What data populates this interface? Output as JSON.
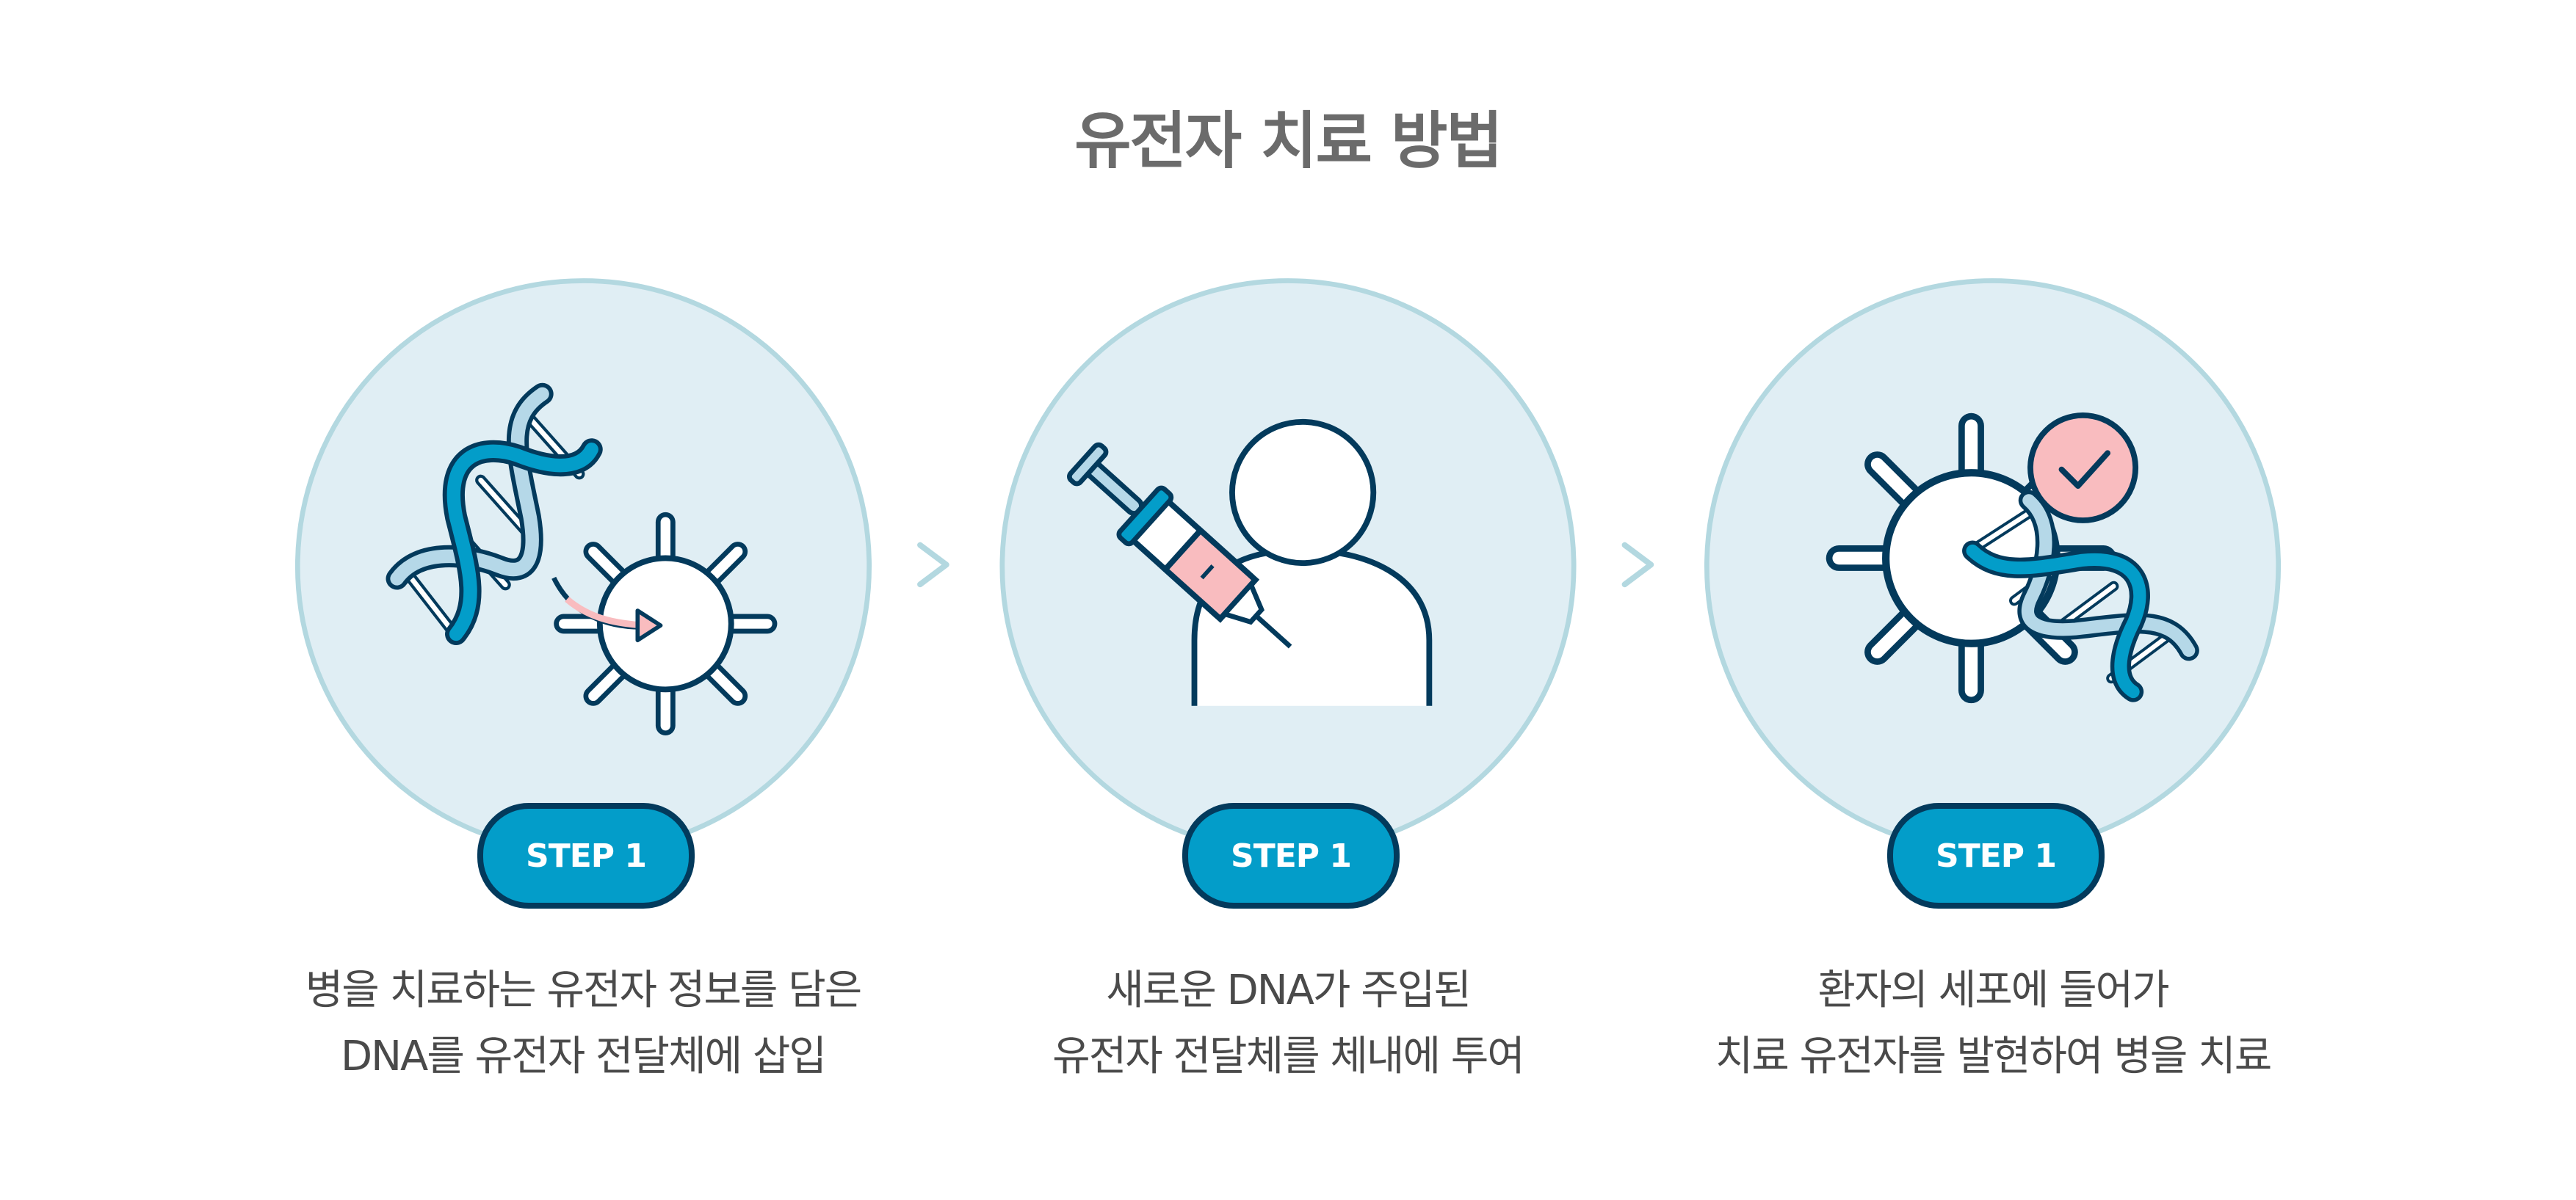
{
  "title": "유전자 치료 방법",
  "steps": [
    {
      "badge": "STEP 1",
      "line1": "병을 치료하는 유전자 정보를 담은",
      "line2": "DNA를 유전자 전달체에 삽입",
      "icon": "dna-to-cell-icon"
    },
    {
      "badge": "STEP 1",
      "line1": "새로운 DNA가 주입된",
      "line2": "유전자 전달체를 체내에 투여",
      "icon": "injection-person-icon"
    },
    {
      "badge": "STEP 1",
      "line1": "환자의 세포에 들어가",
      "line2": "치료 유전자를 발현하여 병을 치료",
      "icon": "cell-dna-check-icon"
    }
  ],
  "colors": {
    "dark": "#033a5c",
    "blue": "#039dc9",
    "light": "#b5d8e8",
    "pink": "#f9bcbf",
    "circle": "#e0eef4",
    "circle_border": "#b3d8e0"
  }
}
